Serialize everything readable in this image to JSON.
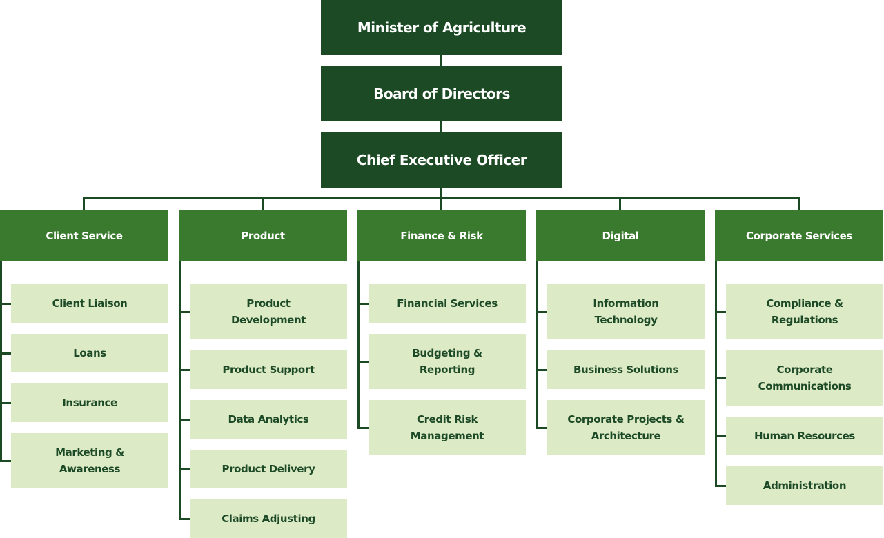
{
  "colors": {
    "executive": "#1c4a24",
    "department": "#3a7a2e",
    "unit": "#ddeac6",
    "unit_text": "#1d4a26",
    "connector": "#1c4a24"
  },
  "executives": [
    "Minister of Agriculture",
    "Board of Directors",
    "Chief Executive Officer"
  ],
  "departments": [
    {
      "name": "Client Service",
      "units": [
        "Client Liaison",
        "Loans",
        "Insurance",
        "Marketing &\nAwareness"
      ]
    },
    {
      "name": "Product",
      "units": [
        "Product\nDevelopment",
        "Product Support",
        "Data Analytics",
        "Product Delivery",
        "Claims Adjusting"
      ]
    },
    {
      "name": "Finance & Risk",
      "units": [
        "Financial Services",
        "Budgeting &\nReporting",
        "Credit Risk\nManagement"
      ]
    },
    {
      "name": "Digital",
      "units": [
        "Information\nTechnology",
        "Business Solutions",
        "Corporate Projects &\nArchitecture"
      ]
    },
    {
      "name": "Corporate Services",
      "units": [
        "Compliance &\nRegulations",
        "Corporate\nCommunications",
        "Human Resources",
        "Administration"
      ]
    }
  ]
}
